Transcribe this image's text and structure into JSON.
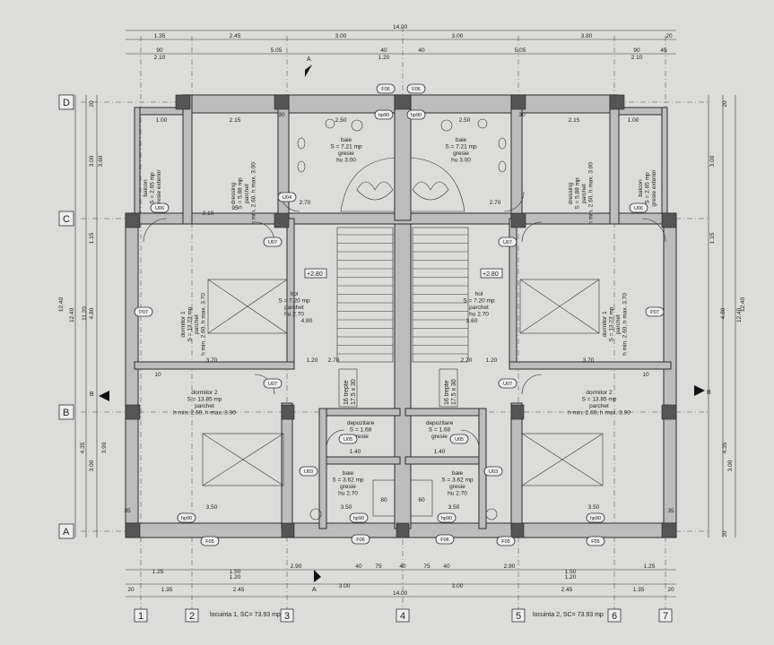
{
  "axes": {
    "letters": [
      "D",
      "C",
      "B",
      "A"
    ],
    "numbers": [
      "1",
      "2",
      "3",
      "4",
      "5",
      "6",
      "7"
    ]
  },
  "overall": {
    "width": "14.00",
    "height": "12.40"
  },
  "dims": {
    "top_row1": [
      "1.35",
      "2.45",
      "3.00",
      "3.00",
      "3.80",
      "20"
    ],
    "top_row2": [
      "90",
      "2.10",
      "5.05",
      "40",
      "40",
      "1.20",
      "5.05",
      "90",
      "2.10",
      "45"
    ],
    "bottom_row1": [
      "1.25",
      "1.50",
      "1.20",
      "2.90",
      "40",
      "75",
      "40",
      "75",
      "40",
      "2.90",
      "1.50",
      "1.20",
      "1.25"
    ],
    "bottom_row2": [
      "20",
      "1.35",
      "2.45",
      "3.00",
      "3.00",
      "2.45",
      "1.35",
      "20"
    ],
    "left": [
      "20",
      "3.00",
      "3.60",
      "1.15",
      "4.80",
      "11.20",
      "12.40",
      "4.35",
      "3.00",
      "3.90"
    ],
    "right": [
      "20",
      "3.00",
      "1.15",
      "4.80",
      "12.40",
      "4.35",
      "3.00",
      "20"
    ],
    "inner": [
      "2.15",
      "2.50",
      "2.50",
      "2.15",
      "1.00",
      "1.00",
      "2.70",
      "2.70",
      "3.70",
      "3.70",
      "3.50",
      "3.50",
      "1.20",
      "1.20",
      "1.40",
      "1.40",
      "80",
      "60",
      "95",
      "2.10",
      "2.70",
      "2.70",
      "4.80",
      "3.60",
      "3.50",
      "3.50",
      "30",
      "30",
      "10",
      "10",
      "35",
      "35"
    ]
  },
  "rooms": [
    {
      "key": "balcon_l",
      "lines": [
        "balcon",
        "S = 2.65 mp",
        "gresie exterior"
      ]
    },
    {
      "key": "dressing_l",
      "lines": [
        "dressing",
        "S = 5.88 mp",
        "parchet",
        "h min. 2.60, h max. 3.00"
      ]
    },
    {
      "key": "baie_l",
      "lines": [
        "baie",
        "S = 7.21 mp",
        "gresie",
        "hu 3.00"
      ]
    },
    {
      "key": "baie_r",
      "lines": [
        "baie",
        "S = 7.21 mp",
        "gresie",
        "hu 3.00"
      ]
    },
    {
      "key": "dressing_r",
      "lines": [
        "dressing",
        "S = 5.88 mp",
        "parchet",
        "h min. 2.60, h max. 3.00"
      ]
    },
    {
      "key": "balcon_r",
      "lines": [
        "balcon",
        "S = 2.65 mp",
        "gresie exterior"
      ]
    },
    {
      "key": "dorm1_l",
      "lines": [
        "dormitor 1",
        "S = 13.23 mp",
        "parchet",
        "h min. 2.60, h max. 3.70"
      ]
    },
    {
      "key": "hol_l",
      "lines": [
        "hol",
        "S = 7.20 mp",
        "parchet",
        "hu 2.70"
      ]
    },
    {
      "key": "hol_r",
      "lines": [
        "hol",
        "S = 7.20 mp",
        "parchet",
        "hu 2.70"
      ]
    },
    {
      "key": "dorm1_r",
      "lines": [
        "dormitor 1",
        "S = 13.23 mp",
        "parchet",
        "h min. 2.60, h max. 3.70"
      ]
    },
    {
      "key": "dorm2_l",
      "lines": [
        "dormitor 2",
        "S = 13.85 mp",
        "parchet",
        "h min. 2.60, h max. 3.90"
      ]
    },
    {
      "key": "dorm2_r",
      "lines": [
        "dormitor 2",
        "S = 13.85 mp",
        "parchet",
        "h min. 2.60, h max. 3.90"
      ]
    },
    {
      "key": "depoz_l",
      "lines": [
        "depozitare",
        "S = 1.68",
        "gresie"
      ]
    },
    {
      "key": "depoz_r",
      "lines": [
        "depozitare",
        "S = 1.68",
        "gresie"
      ]
    },
    {
      "key": "baie2_l",
      "lines": [
        "baie",
        "S = 3.62 mp",
        "gresie",
        "hu 2.70"
      ]
    },
    {
      "key": "baie2_r",
      "lines": [
        "baie",
        "S = 3.62 mp",
        "gresie",
        "hu 2.70"
      ]
    }
  ],
  "stairs": {
    "label_l": "16 trepte",
    "size_l": "17.5 x 30",
    "label_r": "16 trepte",
    "size_r": "17.5 x 30"
  },
  "levels": [
    "+2.80",
    "+2.80"
  ],
  "sections": [
    "A",
    "A",
    "B",
    "B"
  ],
  "tags": {
    "windows": [
      "F06",
      "F06",
      "F05",
      "F05",
      "F06",
      "F06",
      "F05"
    ],
    "doors": [
      "U06",
      "U06",
      "U07",
      "U07",
      "U07",
      "U07",
      "U03",
      "U03",
      "U05",
      "U05",
      "U04"
    ],
    "pf": [
      "P07",
      "P07"
    ],
    "hp": [
      "hp90",
      "hp90",
      "hp90",
      "hp90",
      "hp90",
      "hp90"
    ]
  },
  "legend": {
    "unit1": "locuinta 1, SC= 73.93 mp",
    "unit2": "locuinta 2, SC= 73.93 mp"
  }
}
